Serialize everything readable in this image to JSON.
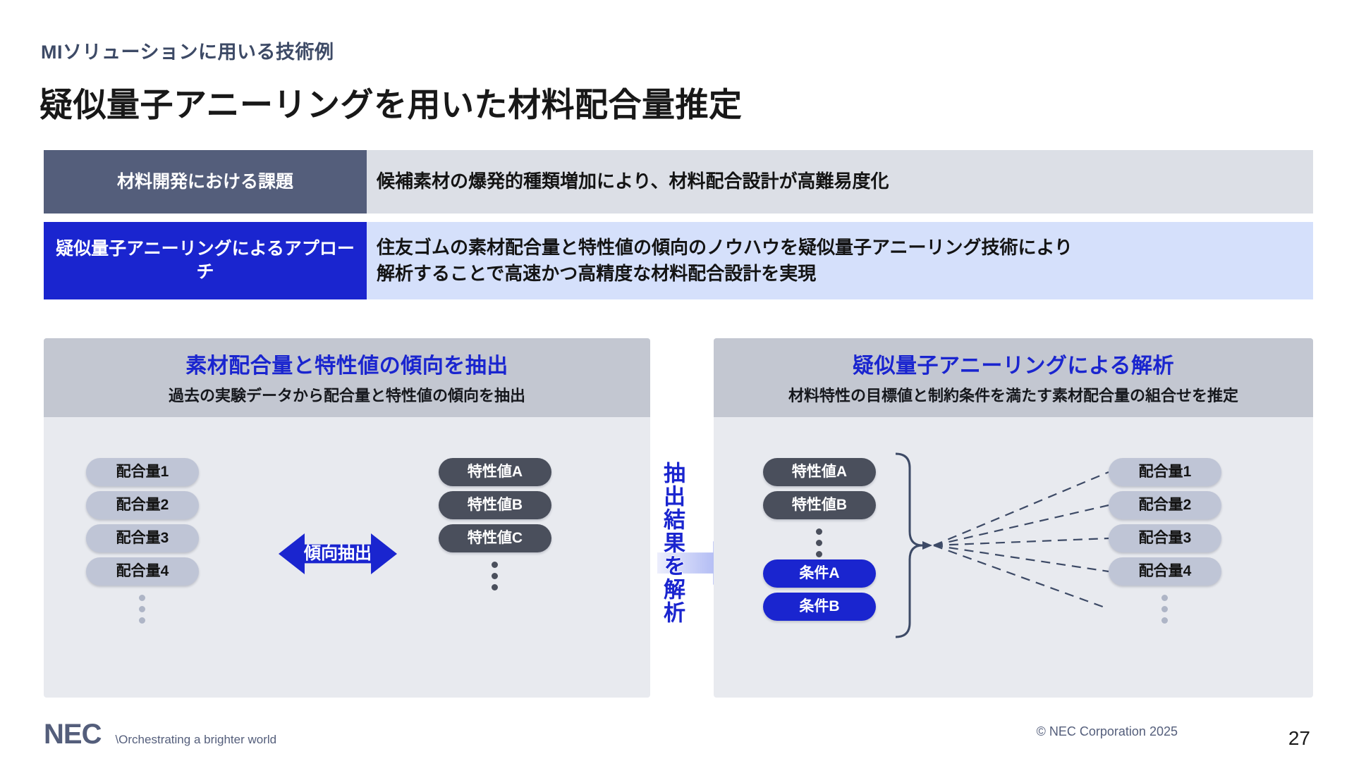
{
  "header": {
    "eyebrow": "MIソリューションに用いる技術例",
    "title": "疑似量子アニーリングを用いた材料配合量推定"
  },
  "summary_rows": [
    {
      "label": "材料開発における課題",
      "body": "候補素材の爆発的種類増加により、材料配合設計が高難易度化",
      "label_color": "#545e7b",
      "body_color": "#dcdfe6"
    },
    {
      "label": "疑似量子アニーリングによるアプローチ",
      "body_line1": "住友ゴムの素材配合量と特性値の傾向のノウハウを疑似量子アニーリング技術により",
      "body_line2": "解析することで高速かつ高精度な材料配合設計を実現",
      "label_color": "#1a25cf",
      "body_color": "#d5e0fb"
    }
  ],
  "left_panel": {
    "heading": "素材配合量と特性値の傾向を抽出",
    "subheading": "過去の実験データから配合量と特性値の傾向を抽出",
    "input_pills": [
      "配合量1",
      "配合量2",
      "配合量3",
      "配合量4"
    ],
    "output_pills": [
      "特性値A",
      "特性値B",
      "特性値C"
    ],
    "arrow_label": "傾向抽出"
  },
  "middle": {
    "vertical_label": "抽出結果を解析"
  },
  "right_panel": {
    "heading": "疑似量子アニーリングによる解析",
    "subheading": "材料特性の目標値と制約条件を満たす素材配合量の組合せを推定",
    "target_pills": [
      "特性値A",
      "特性値B"
    ],
    "condition_pills": [
      "条件A",
      "条件B"
    ],
    "result_pills": [
      "配合量1",
      "配合量2",
      "配合量3",
      "配合量4"
    ]
  },
  "footer": {
    "logo": "NEC",
    "tagline": "\\Orchestrating a brighter world",
    "copyright": "© NEC Corporation 2025",
    "page_number": "27"
  },
  "colors": {
    "brand_blue": "#1a25cf",
    "slate": "#545e7b",
    "pill_light": "#bfc5d6",
    "pill_dark": "#4a4f5c",
    "panel_bg": "#e8eaef",
    "panel_head_bg": "#c3c7d1"
  }
}
